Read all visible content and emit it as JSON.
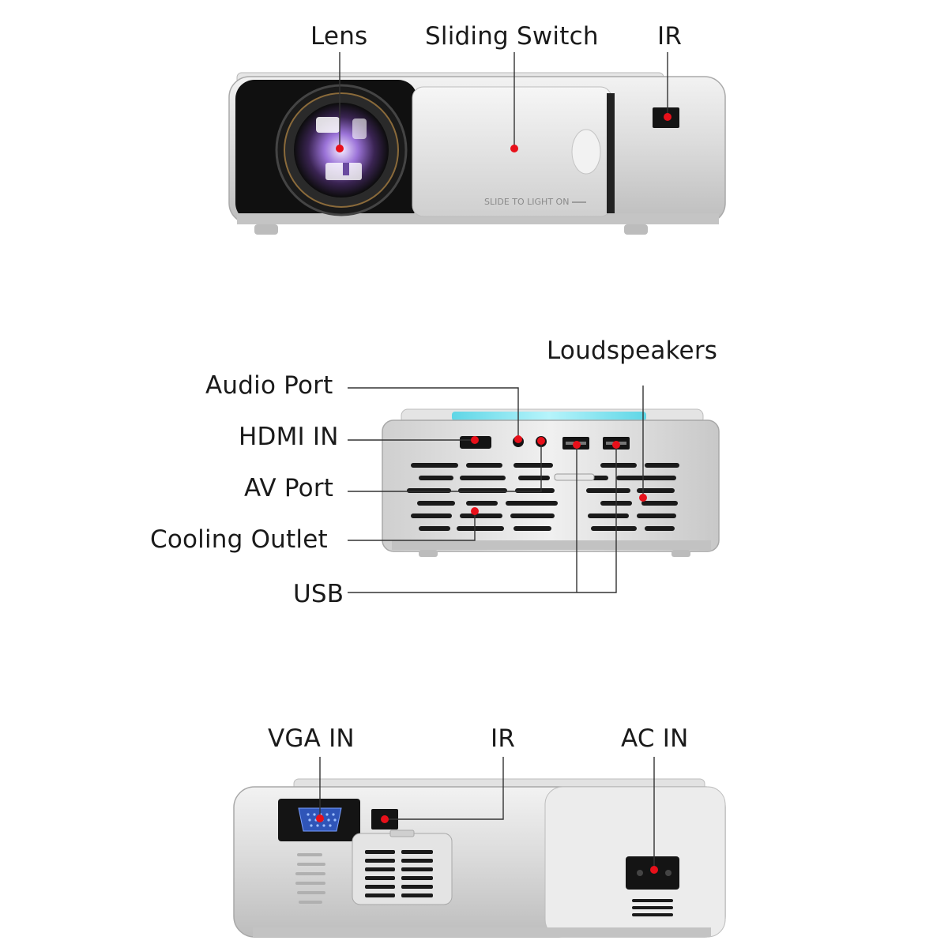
{
  "views": {
    "front": {
      "labels": {
        "lens": "Lens",
        "sliding_switch": "Sliding Switch",
        "ir": "IR"
      },
      "slide_text": "SLIDE TO LIGHT ON"
    },
    "side": {
      "labels": {
        "loudspeakers": "Loudspeakers",
        "audio_port": "Audio Port",
        "hdmi_in": "HDMI IN",
        "av_port": "AV Port",
        "cooling_outlet": "Cooling Outlet",
        "usb": "USB"
      }
    },
    "rear": {
      "labels": {
        "vga_in": "VGA IN",
        "ir": "IR",
        "ac_in": "AC IN"
      }
    }
  },
  "colors": {
    "marker": "#e8101a",
    "leader_line": "#333333",
    "body_silver": "#d6d6d6",
    "panel_black": "#111111",
    "accent_cyan": "#7fe3ef",
    "vga_blue": "#2f55b8"
  }
}
